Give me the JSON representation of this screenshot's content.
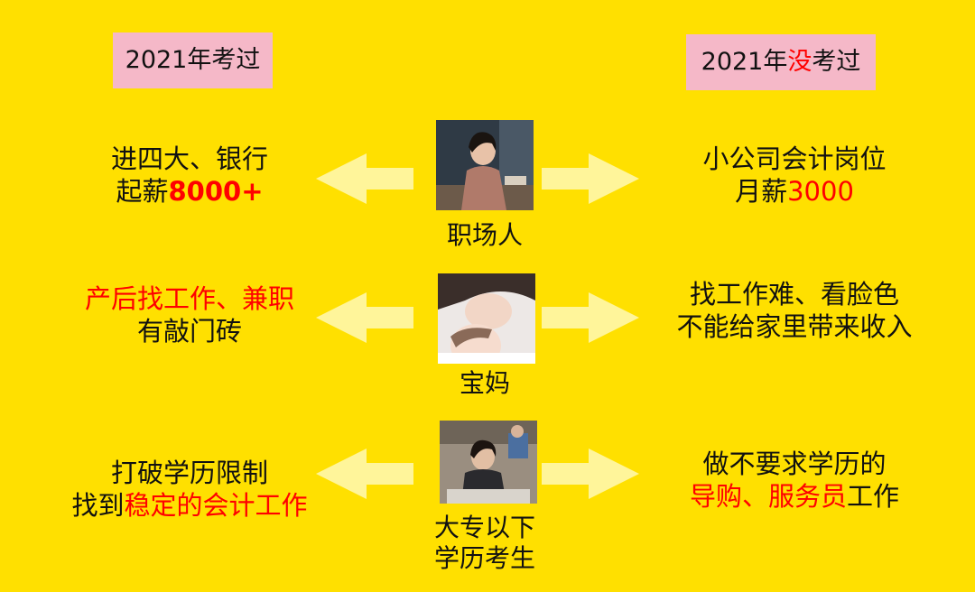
{
  "headers": {
    "left": "2021年考过",
    "right_prefix": "2021年",
    "right_highlight": "没",
    "right_suffix": "考过"
  },
  "rows": [
    {
      "center_label": "职场人",
      "photo_icon": "office-woman-photo",
      "left_line1": "进四大、银行",
      "left_line2_prefix": "起薪",
      "left_line2_highlight": "8000+",
      "right_line1": "小公司会计岗位",
      "right_line2_prefix": "月薪",
      "right_line2_highlight": "3000"
    },
    {
      "center_label": "宝妈",
      "photo_icon": "mother-baby-photo",
      "left_line1_highlight": "产后找工作、兼职",
      "left_line2": "有敲门砖",
      "right_line1": "找工作难、看脸色",
      "right_line2": "不能给家里带来收入"
    },
    {
      "center_label_line1": "大专以下",
      "center_label_line2": "学历考生",
      "photo_icon": "students-exam-photo",
      "left_line1": "打破学历限制",
      "left_line2_prefix": "找到",
      "left_line2_highlight": "稳定的会计工作",
      "right_line1": "做不要求学历的",
      "right_line2_highlight": "导购、服务员",
      "right_line2_suffix": "工作"
    }
  ],
  "colors": {
    "background": "#FFE000",
    "highlight": "#FF0000",
    "header_bg": "#F5B8C8",
    "arrow": "#FFF59A"
  }
}
